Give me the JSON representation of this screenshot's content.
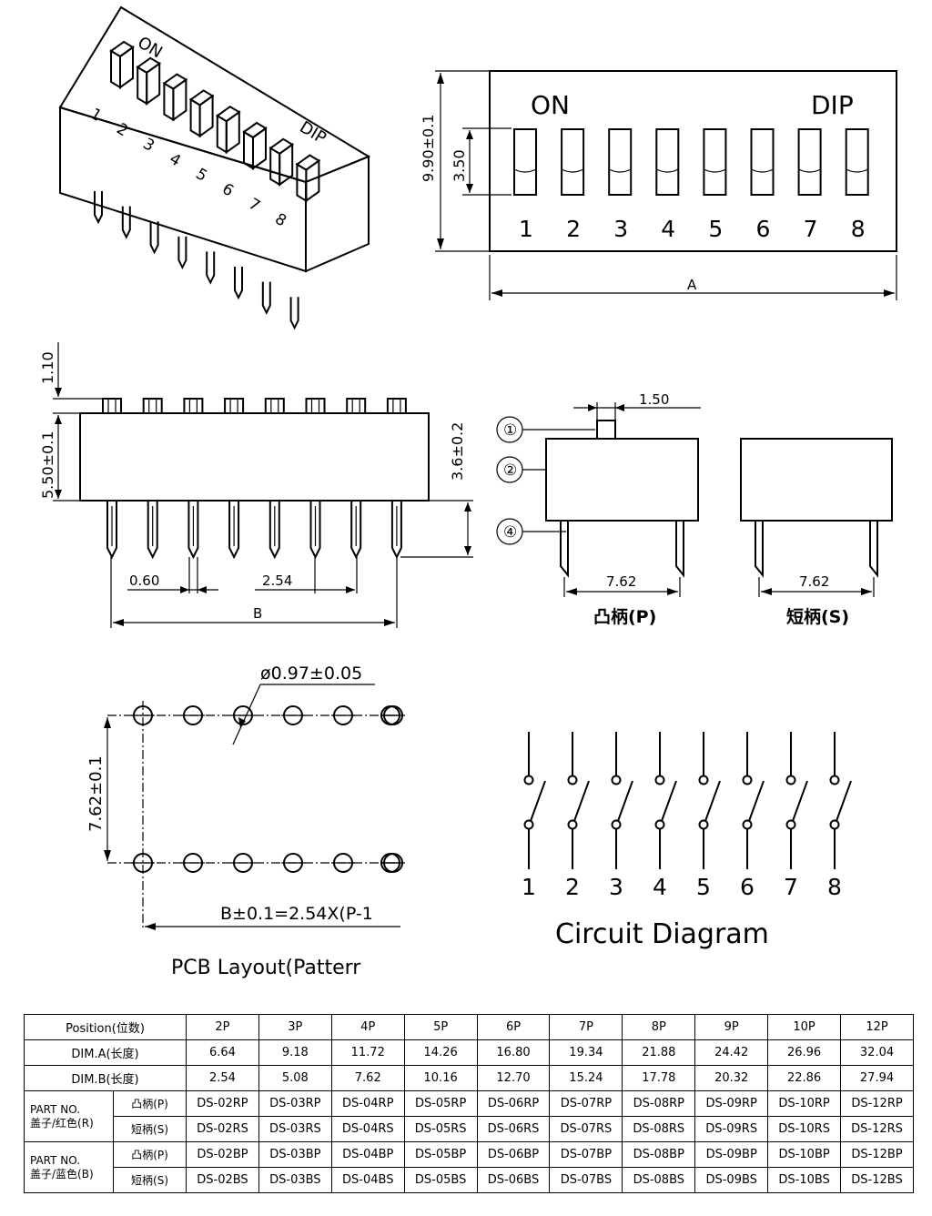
{
  "iso_view": {
    "on_label": "ON",
    "dip_label": "DIP",
    "switch_numbers": [
      "1",
      "2",
      "3",
      "4",
      "5",
      "6",
      "7",
      "8"
    ]
  },
  "top_view": {
    "on_label": "ON",
    "dip_label": "DIP",
    "switch_numbers": [
      "1",
      "2",
      "3",
      "4",
      "5",
      "6",
      "7",
      "8"
    ],
    "dim_total_height": "9.90±0.1",
    "dim_actuator": "3.50",
    "dim_width": "A"
  },
  "side_view": {
    "dim_actuator": "1.10",
    "dim_body": "5.50±0.1",
    "dim_pin": "3.6±0.2",
    "dim_pin_width": "0.60",
    "dim_pitch": "2.54",
    "dim_length": "B"
  },
  "end_view": {
    "dim_actuator_width": "1.50",
    "callouts": [
      "①",
      "②",
      "④"
    ],
    "dim_span_p": "7.62",
    "dim_span_s": "7.62",
    "label_p": "凸柄(P)",
    "label_s": "短柄(S)"
  },
  "pcb": {
    "hole_dim": "ø0.97±0.05",
    "row_spacing": "7.62±0.1",
    "length_formula": "B±0.1=2.54X(P-1",
    "title": "PCB Layout(Patterr"
  },
  "circuit": {
    "numbers": [
      "1",
      "2",
      "3",
      "4",
      "5",
      "6",
      "7",
      "8"
    ],
    "title": "Circuit Diagram"
  },
  "spec_table": {
    "header": [
      "Position(位数)",
      "2P",
      "3P",
      "4P",
      "5P",
      "6P",
      "7P",
      "8P",
      "9P",
      "10P",
      "12P"
    ],
    "dim_a": {
      "label": "DIM.A(长度)",
      "values": [
        "6.64",
        "9.18",
        "11.72",
        "14.26",
        "16.80",
        "19.34",
        "21.88",
        "24.42",
        "26.96",
        "32.04"
      ]
    },
    "dim_b": {
      "label": "DIM.B(长度)",
      "values": [
        "2.54",
        "5.08",
        "7.62",
        "10.16",
        "12.70",
        "15.24",
        "17.78",
        "20.32",
        "22.86",
        "27.94"
      ]
    },
    "red": {
      "label_line1": "PART NO.",
      "label_line2": "盖子/红色(R)",
      "p_label": "凸柄(P)",
      "s_label": "短柄(S)",
      "p_values": [
        "DS-02RP",
        "DS-03RP",
        "DS-04RP",
        "DS-05RP",
        "DS-06RP",
        "DS-07RP",
        "DS-08RP",
        "DS-09RP",
        "DS-10RP",
        "DS-12RP"
      ],
      "s_values": [
        "DS-02RS",
        "DS-03RS",
        "DS-04RS",
        "DS-05RS",
        "DS-06RS",
        "DS-07RS",
        "DS-08RS",
        "DS-09RS",
        "DS-10RS",
        "DS-12RS"
      ]
    },
    "blue": {
      "label_line1": "PART NO.",
      "label_line2": "盖子/蓝色(B)",
      "p_label": "凸柄(P)",
      "s_label": "短柄(S)",
      "p_values": [
        "DS-02BP",
        "DS-03BP",
        "DS-04BP",
        "DS-05BP",
        "DS-06BP",
        "DS-07BP",
        "DS-08BP",
        "DS-09BP",
        "DS-10BP",
        "DS-12BP"
      ],
      "s_values": [
        "DS-02BS",
        "DS-03BS",
        "DS-04BS",
        "DS-05BS",
        "DS-06BS",
        "DS-07BS",
        "DS-08BS",
        "DS-09BS",
        "DS-10BS",
        "DS-12BS"
      ]
    }
  }
}
